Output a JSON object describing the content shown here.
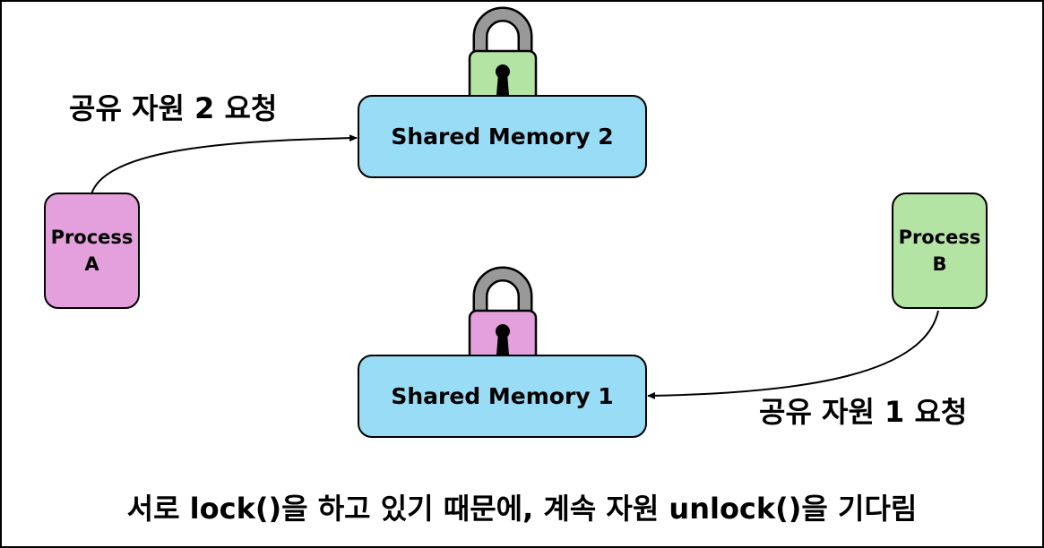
{
  "colors": {
    "memory_fill": "#99dcf6",
    "process_a_fill": "#e4a0dc",
    "process_b_fill": "#b4e4a4",
    "lock_shackle": "#999999",
    "border": "#000000"
  },
  "memory2": {
    "label": "Shared Memory 2",
    "lock_color": "#b4e4a4"
  },
  "memory1": {
    "label": "Shared Memory 1",
    "lock_color": "#e4a0dc"
  },
  "process_a": {
    "line1": "Process",
    "line2": "A"
  },
  "process_b": {
    "line1": "Process",
    "line2": "B"
  },
  "request2_label": "공유 자원 2 요청",
  "request1_label": "공유 자원 1 요청",
  "caption": "서로 lock()을 하고 있기 때문에, 계속 자원 unlock()을 기다림",
  "icons": [
    "lock-icon",
    "lock-icon",
    "arrow-icon",
    "arrow-icon"
  ]
}
